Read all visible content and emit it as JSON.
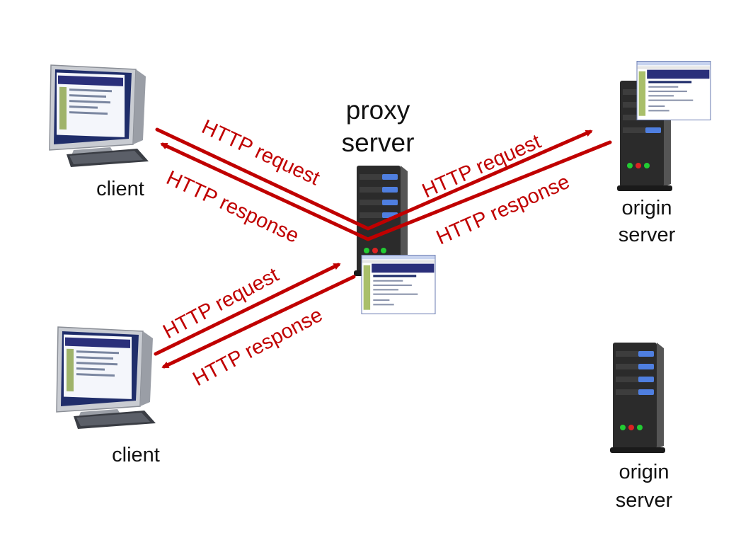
{
  "colors": {
    "arrow": "#c00000",
    "text": "#111111",
    "server_body": "#2b2b2b",
    "bay_blue": "#4f7fe0",
    "led_green": "#22cc33",
    "led_red": "#dd2222",
    "page_header": "#2a2f7a"
  },
  "nodes": {
    "client_top": {
      "label": "client",
      "icon": "desktop-computer-icon"
    },
    "client_bottom": {
      "label": "client",
      "icon": "desktop-computer-icon"
    },
    "proxy": {
      "label_line1": "proxy",
      "label_line2": "server",
      "icon": "server-tower-icon"
    },
    "origin_top": {
      "label_line1": "origin",
      "label_line2": "server",
      "icon": "server-tower-icon"
    },
    "origin_bottom": {
      "label_line1": "origin",
      "label_line2": "server",
      "icon": "server-tower-icon"
    }
  },
  "messages": {
    "top_left_request": "HTTP request",
    "top_left_response": "HTTP response",
    "top_right_request": "HTTP request",
    "top_right_response": "HTTP response",
    "bottom_left_request": "HTTP request",
    "bottom_left_response": "HTTP response"
  }
}
